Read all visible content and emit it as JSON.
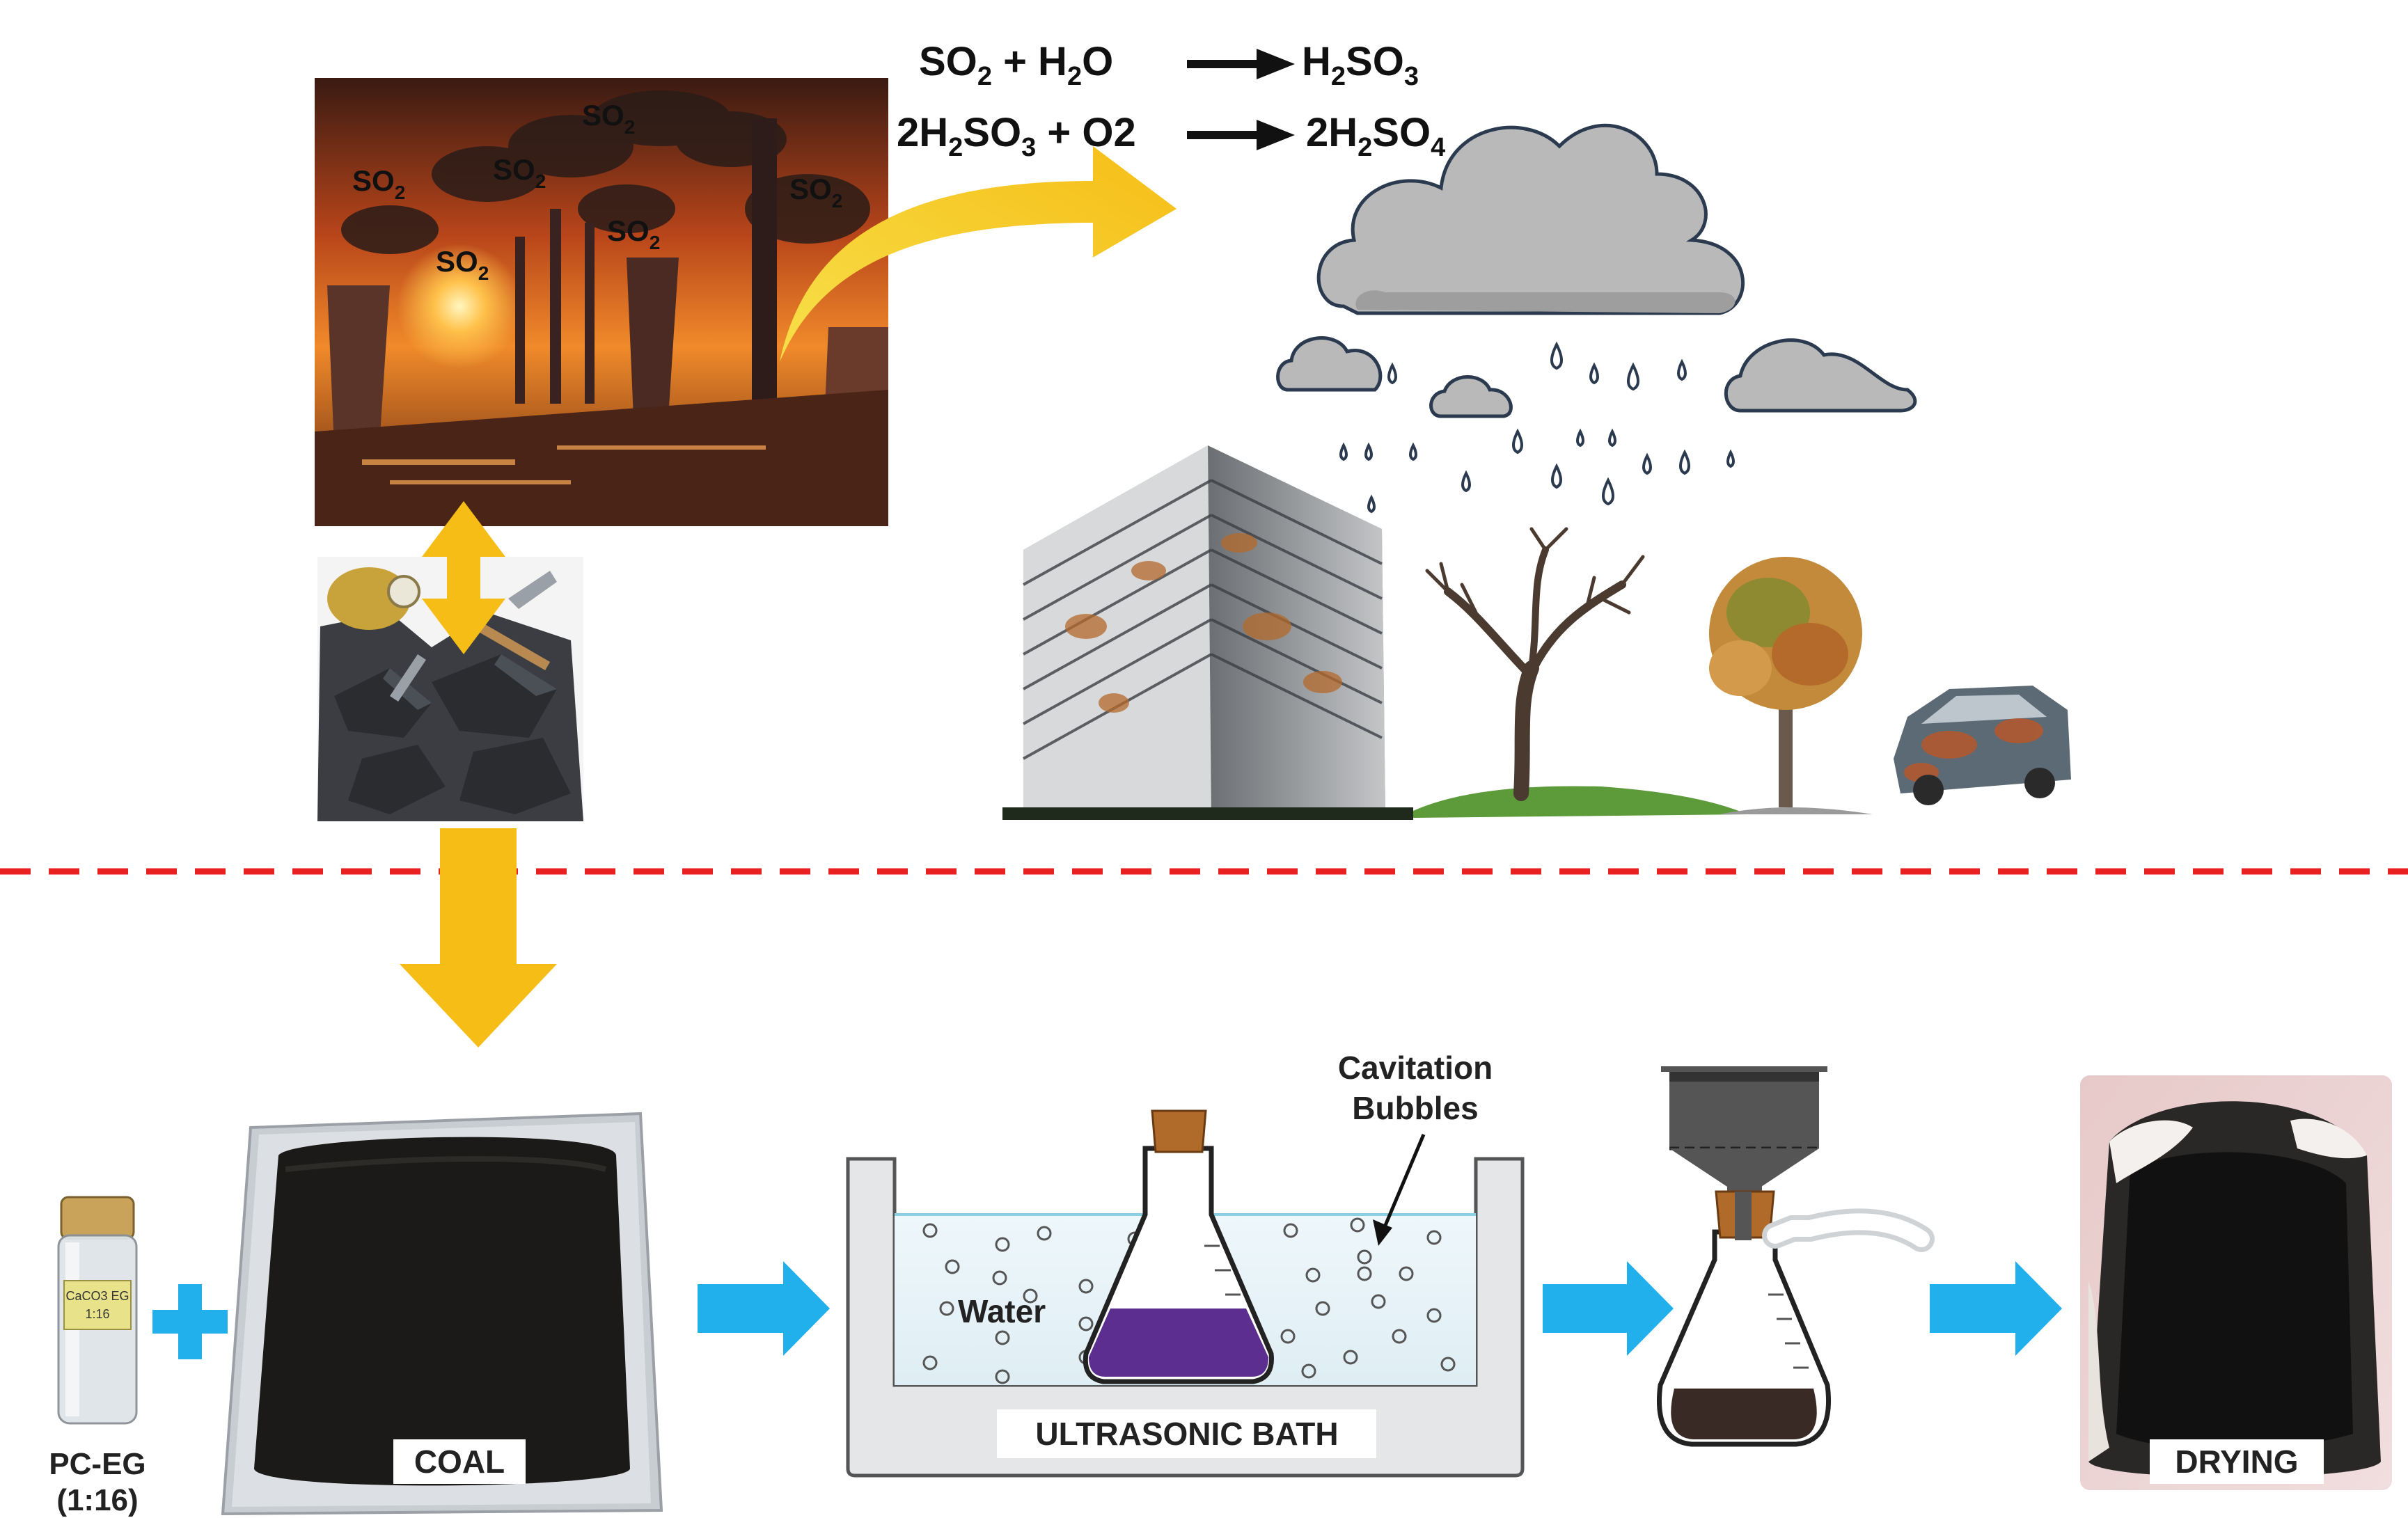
{
  "equations": {
    "eq1": {
      "lhs": [
        "SO",
        "2",
        " + H",
        "2",
        "O"
      ],
      "rhs": [
        "H",
        "2",
        "SO",
        "3"
      ]
    },
    "eq2": {
      "lhs": [
        "2H",
        "2",
        "SO",
        "3",
        " + O2"
      ],
      "rhs": [
        "2H",
        "2",
        "SO",
        "4"
      ]
    }
  },
  "factory": {
    "so2_main": "SO",
    "so2_sub": "2"
  },
  "labels": {
    "pc_eg_line1": "PC-EG",
    "pc_eg_line2": "(1:16)",
    "vial_label_line1": "CaCO3 EG",
    "vial_label_line2": "1:16",
    "coal": "COAL",
    "water": "Water",
    "cavitation_line1": "Cavitation",
    "cavitation_line2": "Bubbles",
    "ultrasonic_bath": "ULTRASONIC BATH",
    "drying": "DRYING"
  },
  "colors": {
    "arrow_yellow": "#f6bd16",
    "arrow_blue": "#22b0ec",
    "divider_red": "#e8201f",
    "cloud_grey": "#b9b9b9",
    "cloud_outline": "#2b3a4f",
    "solution_purple": "#5b2e8f",
    "filtrate_dark": "#3a2a26",
    "cork_brown": "#b06a2a"
  },
  "icons": [
    "factory-image",
    "coal-mining-icon",
    "rain-cloud-icon",
    "decaying-building",
    "bare-tree",
    "wilting-tree",
    "rusty-car",
    "vial-icon",
    "coal-tray",
    "erlenmeyer-flask",
    "buchner-funnel",
    "filter-flask",
    "drying-dish"
  ]
}
